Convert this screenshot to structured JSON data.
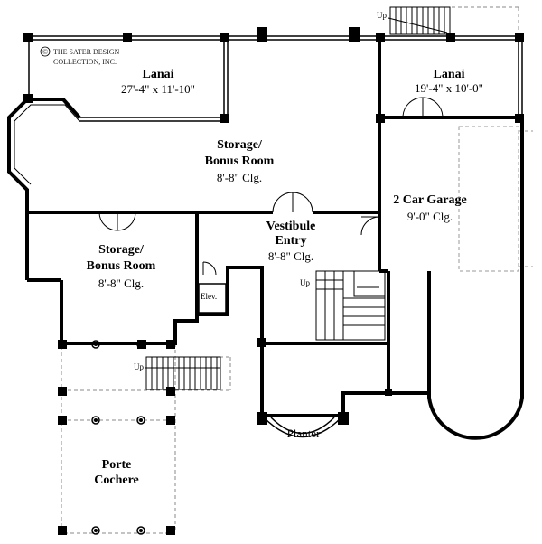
{
  "copyright": {
    "symbol": "©",
    "line1": "THE SATER DESIGN",
    "line2": "COLLECTION, INC."
  },
  "rooms": {
    "lanai_left": {
      "name": "Lanai",
      "dims": "27'-4\" x 11'-10\""
    },
    "lanai_right": {
      "name": "Lanai",
      "dims": "19'-4\" x 10'-0\""
    },
    "storage_upper": {
      "name_line1": "Storage/",
      "name_line2": "Bonus Room",
      "ceiling": "8'-8\"  Clg."
    },
    "storage_lower": {
      "name_line1": "Storage/",
      "name_line2": "Bonus Room",
      "ceiling": "8'-8\"  Clg."
    },
    "vestibule": {
      "name_line1": "Vestibule",
      "name_line2": "Entry",
      "ceiling": "8'-8\"  Clg."
    },
    "garage": {
      "name": "2 Car Garage",
      "ceiling": "9'-0\" Clg."
    },
    "elevator": {
      "name": "Elev."
    },
    "planter": {
      "name": "Planter"
    },
    "porte_cochere": {
      "name_line1": "Porte",
      "name_line2": "Cochere"
    }
  },
  "stair_labels": {
    "top_right": "Up",
    "vestibule": "Up",
    "porte": "Up"
  },
  "colors": {
    "wall": "#000000",
    "thin": "#555555",
    "dashed": "#888888",
    "background": "#ffffff"
  }
}
